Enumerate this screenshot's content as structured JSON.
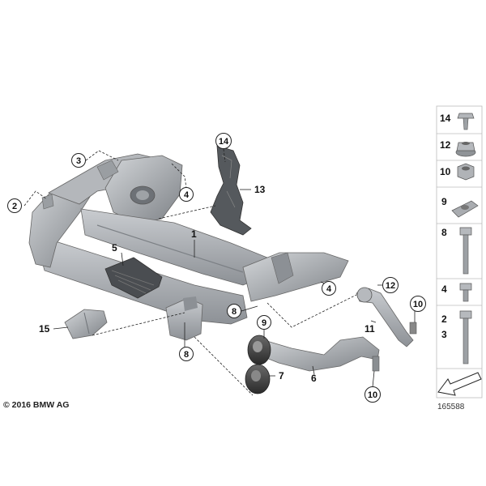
{
  "diagram": {
    "callouts": [
      {
        "id": "c2",
        "label": "2"
      },
      {
        "id": "c3",
        "label": "3"
      },
      {
        "id": "c4a",
        "label": "4"
      },
      {
        "id": "c14",
        "label": "14"
      },
      {
        "id": "c4b",
        "label": "4"
      },
      {
        "id": "c12",
        "label": "12"
      },
      {
        "id": "c10a",
        "label": "10"
      },
      {
        "id": "c8a",
        "label": "8"
      },
      {
        "id": "c9",
        "label": "9"
      },
      {
        "id": "c8b",
        "label": "8"
      },
      {
        "id": "c10b",
        "label": "10"
      }
    ],
    "labels": [
      {
        "id": "l13",
        "label": "13"
      },
      {
        "id": "l1",
        "label": "1"
      },
      {
        "id": "l5",
        "label": "5"
      },
      {
        "id": "l15",
        "label": "15"
      },
      {
        "id": "l11",
        "label": "11"
      },
      {
        "id": "l6",
        "label": "6"
      },
      {
        "id": "l7",
        "label": "7"
      }
    ]
  },
  "legend": [
    {
      "num": "14",
      "part": "screw-icon"
    },
    {
      "num": "12",
      "part": "flange-nut-icon"
    },
    {
      "num": "10",
      "part": "hex-nut-icon"
    },
    {
      "num": "9",
      "part": "clip-nut-icon"
    },
    {
      "num": "8",
      "part": "long-bolt-icon"
    },
    {
      "num": "4",
      "part": "short-bolt-icon"
    },
    {
      "num": "2",
      "part": "bolt-icon"
    },
    {
      "num": "3",
      "part": "bolt-icon"
    }
  ],
  "footer": {
    "copyright": "© 2016 BMW AG",
    "drawing_number": "165588"
  },
  "colors": {
    "part_grey": "#a8abb0",
    "part_dark": "#6f7378",
    "part_light": "#cfd2d6",
    "outline": "#555"
  }
}
